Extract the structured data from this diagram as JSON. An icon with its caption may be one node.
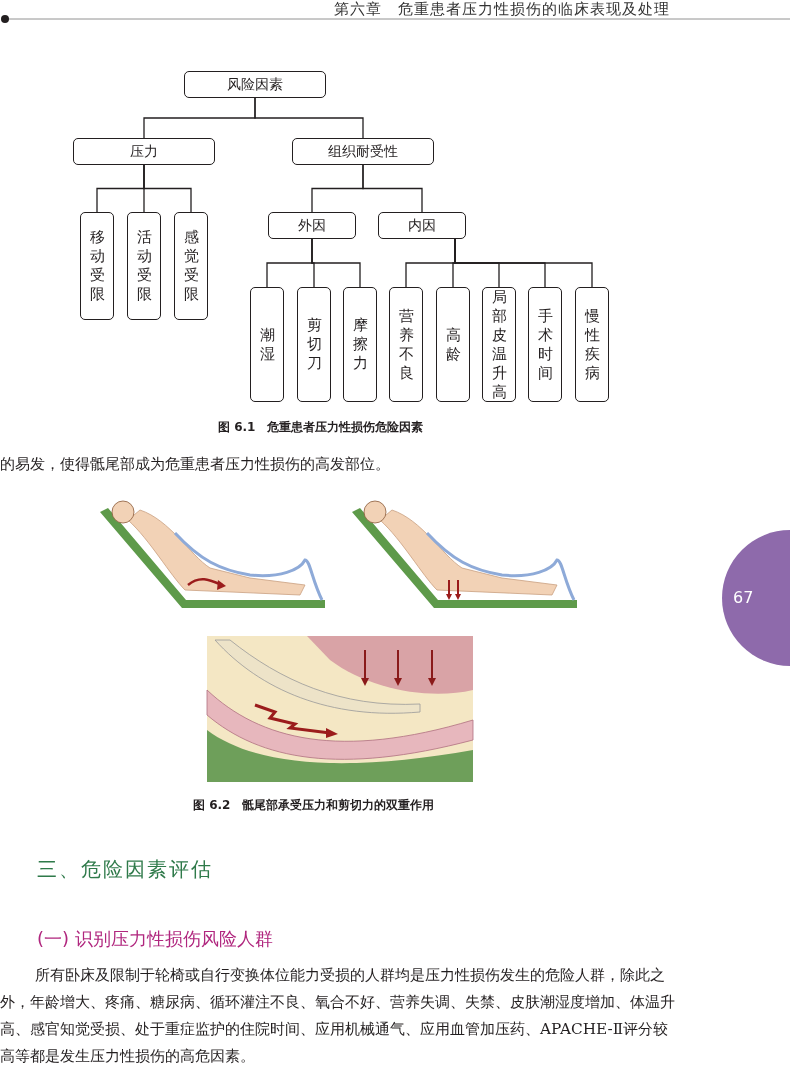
{
  "diagram": {
    "nodes": [
      {
        "text": [
          "风险因素"
        ]
      },
      {
        "text": [
          "压力"
        ]
      },
      {
        "text": [
          "组织耐受性"
        ]
      },
      {
        "text": [
          "移动受限"
        ]
      },
      {
        "text": [
          "活动受限"
        ]
      },
      {
        "text": [
          "感觉受限"
        ]
      },
      {
        "text": [
          "外因"
        ]
      },
      {
        "text": [
          "内因"
        ]
      },
      {
        "text": [
          "潮湿"
        ]
      },
      {
        "text": [
          "剪切刀"
        ]
      },
      {
        "text": [
          "摩擦力"
        ]
      },
      {
        "text": [
          "营养不良"
        ]
      },
      {
        "text": [
          "高龄"
        ]
      },
      {
        "text": [
          "局部皮温升高"
        ]
      },
      {
        "text": [
          "手术时间"
        ]
      },
      {
        "text": [
          "慢性疾病"
        ]
      }
    ],
    "edges": [
      {
        "from": 0,
        "to": 1,
        "arrow": "none"
      },
      {
        "from": 0,
        "to": 2,
        "arrow": "none"
      },
      {
        "from": 1,
        "to": 3,
        "arrow": "none"
      },
      {
        "from": 1,
        "to": 4,
        "arrow": "none"
      },
      {
        "from": 1,
        "to": 5,
        "arrow": "none"
      },
      {
        "from": 2,
        "to": 6,
        "arrow": "none"
      },
      {
        "from": 2,
        "to": 7,
        "arrow": "none"
      },
      {
        "from": 6,
        "to": 8,
        "arrow": "none"
      },
      {
        "from": 6,
        "to": 9,
        "arrow": "none"
      },
      {
        "from": 6,
        "to": 10,
        "arrow": "none"
      },
      {
        "from": 7,
        "to": 11,
        "arrow": "none"
      },
      {
        "from": 7,
        "to": 12,
        "arrow": "none"
      },
      {
        "from": 7,
        "to": 13,
        "arrow": "none"
      },
      {
        "from": 7,
        "to": 14,
        "arrow": "none"
      },
      {
        "from": 7,
        "to": 15,
        "arrow": "none"
      }
    ],
    "labels": [
      "第六章　危重患者压力性损伤的临床表现及处理",
      "图 6.1　危重患者压力性损伤危险因素",
      "的易发，使得骶尾部成为危重患者压力性损伤的高发部位。",
      "67",
      "图 6.2　骶尾部承受压力和剪切力的双重作用",
      "三、危险因素评估",
      "(一) 识别压力性损伤风险人群",
      "所有卧床及限制于轮椅或自行变换体位能力受损的人群均是压力性损伤发生的危险人群，除此之外，年龄增大、疼痛、糖尿病、循环灌注不良、氧合不好、营养失调、失禁、皮肤潮湿度增加、体温升高、感官知觉受损、处于重症监护的住院时间、应用机械通气、应用血管加压药、APACHE-Ⅱ评分较高等都是发生压力性损伤的高危因素。"
    ]
  }
}
